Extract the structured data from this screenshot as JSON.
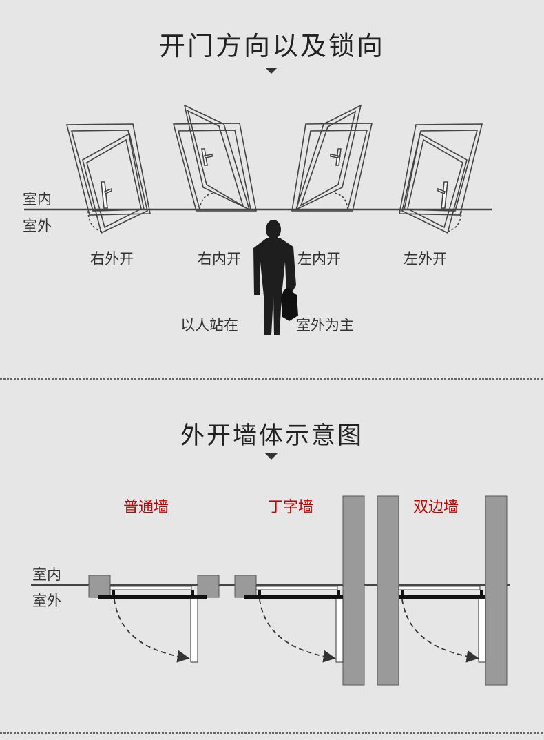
{
  "section1": {
    "title": "开门方向以及锁向",
    "indoor": "室内",
    "outdoor": "室外",
    "doors": [
      {
        "label": "右外开"
      },
      {
        "label": "右内开"
      },
      {
        "label": "左内开"
      },
      {
        "label": "左外开"
      }
    ],
    "note_left": "以人站在",
    "note_right": "室外为主"
  },
  "section2": {
    "title": "外开墙体示意图",
    "indoor": "室内",
    "outdoor": "室外",
    "walls": [
      {
        "label": "普通墙"
      },
      {
        "label": "丁字墙"
      },
      {
        "label": "双边墙"
      }
    ],
    "label_color": "#c80000"
  }
}
